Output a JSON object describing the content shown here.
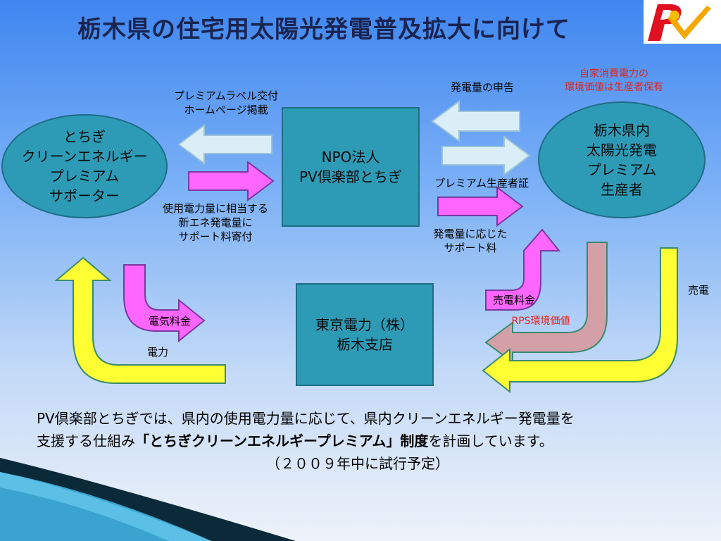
{
  "title": "栃木県の住宅用太陽光発電普及拡大に向けて",
  "logo": {
    "text": "PV"
  },
  "nodes": {
    "supporter": [
      "とちぎ",
      "クリーンエネルギー",
      "プレミアム",
      "サポーター"
    ],
    "npo": [
      "NPO法人",
      "PV倶楽部とちぎ"
    ],
    "producer": [
      "栃木県内",
      "太陽光発電",
      "プレミアム",
      "生産者"
    ],
    "tepco": [
      "東京電力（株）",
      "栃木支店"
    ]
  },
  "labels": {
    "premium_label": [
      "プレミアムラベル交付",
      "ホームページ掲載"
    ],
    "support_fee_donation": [
      "使用電力量に相当する",
      "新エネ発電量に",
      "サポート料寄付"
    ],
    "report": "発電量の申告",
    "self_consumption": [
      "自家消費電力の",
      "環境価値は生産者保有"
    ],
    "premium_cert": "プレミアム生産者証",
    "support_fee_gen": [
      "発電量に応じた",
      "サポート料"
    ],
    "electricity_fee": "電気料金",
    "electricity": "電力",
    "sale_fee": "売電料金",
    "rps": "RPS環境価値",
    "sell": "売電"
  },
  "footer": {
    "line1": "PV倶楽部とちぎでは、県内の使用電力量に応じて、県内クリーンエネルギー発電量を",
    "line2_pre": "支援する仕組み",
    "line2_bold": "「とちぎクリーンエネルギープレミアム」制度",
    "line2_post": "を計画しています。",
    "line3": "（２００９年中に試行予定）"
  },
  "colors": {
    "node_fill": "#2e9bb6",
    "arrow_light": "#d9eef7",
    "arrow_magenta": "#ff66ff",
    "arrow_yellow": "#ffff33",
    "arrow_pink_brown": "#d4a0a8",
    "red_text": "#e0241b"
  }
}
